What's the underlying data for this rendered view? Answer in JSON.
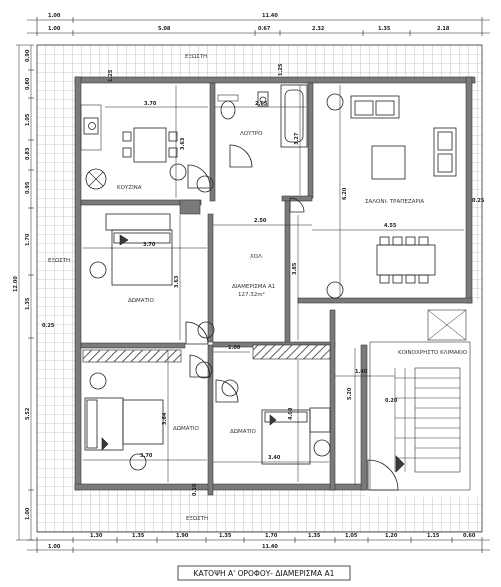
{
  "title": "ΚΑΤΟΨΗ Α' ΟΡΟΦΟΥ- ΔΙΑΜΕΡΙΣΜΑ Α1",
  "rooms": {
    "kitchen": "ΚΟΥΖΙΝΑ",
    "bath": "ΛΟΥΤΡΟ",
    "living": "ΣΑΛΟΝΙ- ΤΡΑΠΕΖΑΡΙΑ",
    "hall": "ΧΟΛ",
    "bedroom1": "ΔΩΜΑΤΙΟ",
    "bedroom2": "ΔΩΜΑΤΙΟ",
    "bedroom3": "ΔΩΜΑΤΙΟ",
    "stair": "ΚΟΙΝΟΧΡΗΣΤΟ ΚΛΙΜΑΚΙΟ",
    "apt_name": "ΔΙΑΜΕΡΙΣΜΑ Α1",
    "apt_area": "127.32m²"
  },
  "edges": {
    "top": "ΕΞΩΣΤΗ",
    "left": "ΕΞΩΣΤΗ",
    "bottom": "ΕΞΩΣΤΗ"
  },
  "dims": {
    "top_total": "11.40",
    "top_segments": [
      "1.00",
      "5.08",
      "0.67",
      "2.32",
      "1.35",
      "2.18"
    ],
    "bottom_total": "11.40",
    "bottom_segments": [
      "1.00",
      "1.30",
      "1.35",
      "1.90",
      "1.35",
      "1.70",
      "1.35",
      "1.05",
      "1.20",
      "1.15",
      "0.60"
    ],
    "left_total": "12.00",
    "left_segments": [
      "0.90",
      "0.80",
      "1.05",
      "0.83",
      "0.95",
      "1.70",
      "1.35",
      "5.52",
      "1.00"
    ],
    "inner": {
      "d370a": "3.70",
      "d265": "2.65",
      "d363a": "3.63",
      "d327": "3.27",
      "d620": "6.20",
      "d250": "2.50",
      "d455": "4.55",
      "d370b": "3.70",
      "d363b": "3.63",
      "d385": "3.85",
      "d025a": "0.25",
      "d025b": "0.25",
      "d100": "1.00",
      "d140": "1.40",
      "d520": "5.20",
      "d020": "0.20",
      "d364": "3.64",
      "d408": "4.08",
      "d370c": "3.70",
      "d340": "3.40",
      "d125": "1.25",
      "d125b": "1.25",
      "d010": "0.10"
    }
  }
}
